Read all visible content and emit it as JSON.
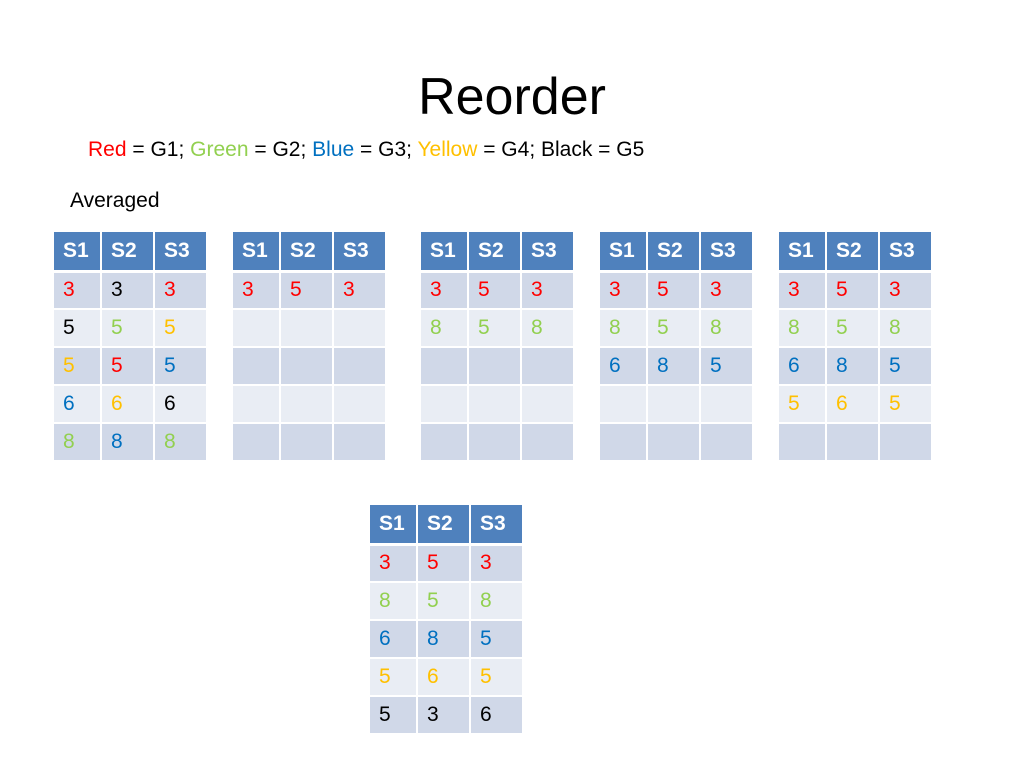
{
  "slide": {
    "title": "Reorder",
    "legend": [
      {
        "text": "Red",
        "color": "#ff0000"
      },
      {
        "text": " = G1; ",
        "color": "#000000"
      },
      {
        "text": "Green",
        "color": "#92d050"
      },
      {
        "text": " = G2; ",
        "color": "#000000"
      },
      {
        "text": "Blue",
        "color": "#0070c0"
      },
      {
        "text": " = G3; ",
        "color": "#000000"
      },
      {
        "text": "Yellow",
        "color": "#ffc000"
      },
      {
        "text": " = G4; Black = G5",
        "color": "#000000"
      }
    ],
    "averaged_label": "Averaged"
  },
  "colors": {
    "r": "#ff0000",
    "g": "#92d050",
    "b": "#0070c0",
    "y": "#ffc000",
    "k": "#000000",
    "header_bg": "#4f81bd",
    "row_dark": "#d0d8e8",
    "row_light": "#e9edf4"
  },
  "tables": [
    {
      "headers": [
        "S1",
        "S2",
        "S3"
      ],
      "rows": [
        [
          [
            "3",
            "r"
          ],
          [
            "3",
            "k"
          ],
          [
            "3",
            "r"
          ]
        ],
        [
          [
            "5",
            "k"
          ],
          [
            "5",
            "g"
          ],
          [
            "5",
            "y"
          ]
        ],
        [
          [
            "5",
            "y"
          ],
          [
            "5",
            "r"
          ],
          [
            "5",
            "b"
          ]
        ],
        [
          [
            "6",
            "b"
          ],
          [
            "6",
            "y"
          ],
          [
            "6",
            "k"
          ]
        ],
        [
          [
            "8",
            "g"
          ],
          [
            "8",
            "b"
          ],
          [
            "8",
            "g"
          ]
        ]
      ]
    },
    {
      "headers": [
        "S1",
        "S2",
        "S3"
      ],
      "rows": [
        [
          [
            "3",
            "r"
          ],
          [
            "5",
            "r"
          ],
          [
            "3",
            "r"
          ]
        ],
        [
          [
            "",
            ""
          ],
          [
            "",
            ""
          ],
          [
            "",
            ""
          ]
        ],
        [
          [
            "",
            ""
          ],
          [
            "",
            ""
          ],
          [
            "",
            ""
          ]
        ],
        [
          [
            "",
            ""
          ],
          [
            "",
            ""
          ],
          [
            "",
            ""
          ]
        ],
        [
          [
            "",
            ""
          ],
          [
            "",
            ""
          ],
          [
            "",
            ""
          ]
        ]
      ]
    },
    {
      "headers": [
        "S1",
        "S2",
        "S3"
      ],
      "rows": [
        [
          [
            "3",
            "r"
          ],
          [
            "5",
            "r"
          ],
          [
            "3",
            "r"
          ]
        ],
        [
          [
            "8",
            "g"
          ],
          [
            "5",
            "g"
          ],
          [
            "8",
            "g"
          ]
        ],
        [
          [
            "",
            ""
          ],
          [
            "",
            ""
          ],
          [
            "",
            ""
          ]
        ],
        [
          [
            "",
            ""
          ],
          [
            "",
            ""
          ],
          [
            "",
            ""
          ]
        ],
        [
          [
            "",
            ""
          ],
          [
            "",
            ""
          ],
          [
            "",
            ""
          ]
        ]
      ]
    },
    {
      "headers": [
        "S1",
        "S2",
        "S3"
      ],
      "rows": [
        [
          [
            "3",
            "r"
          ],
          [
            "5",
            "r"
          ],
          [
            "3",
            "r"
          ]
        ],
        [
          [
            "8",
            "g"
          ],
          [
            "5",
            "g"
          ],
          [
            "8",
            "g"
          ]
        ],
        [
          [
            "6",
            "b"
          ],
          [
            "8",
            "b"
          ],
          [
            "5",
            "b"
          ]
        ],
        [
          [
            "",
            ""
          ],
          [
            "",
            ""
          ],
          [
            "",
            ""
          ]
        ],
        [
          [
            "",
            ""
          ],
          [
            "",
            ""
          ],
          [
            "",
            ""
          ]
        ]
      ]
    },
    {
      "headers": [
        "S1",
        "S2",
        "S3"
      ],
      "rows": [
        [
          [
            "3",
            "r"
          ],
          [
            "5",
            "r"
          ],
          [
            "3",
            "r"
          ]
        ],
        [
          [
            "8",
            "g"
          ],
          [
            "5",
            "g"
          ],
          [
            "8",
            "g"
          ]
        ],
        [
          [
            "6",
            "b"
          ],
          [
            "8",
            "b"
          ],
          [
            "5",
            "b"
          ]
        ],
        [
          [
            "5",
            "y"
          ],
          [
            "6",
            "y"
          ],
          [
            "5",
            "y"
          ]
        ],
        [
          [
            "",
            ""
          ],
          [
            "",
            ""
          ],
          [
            "",
            ""
          ]
        ]
      ]
    },
    {
      "headers": [
        "S1",
        "S2",
        "S3"
      ],
      "rows": [
        [
          [
            "3",
            "r"
          ],
          [
            "5",
            "r"
          ],
          [
            "3",
            "r"
          ]
        ],
        [
          [
            "8",
            "g"
          ],
          [
            "5",
            "g"
          ],
          [
            "8",
            "g"
          ]
        ],
        [
          [
            "6",
            "b"
          ],
          [
            "8",
            "b"
          ],
          [
            "5",
            "b"
          ]
        ],
        [
          [
            "5",
            "y"
          ],
          [
            "6",
            "y"
          ],
          [
            "5",
            "y"
          ]
        ],
        [
          [
            "5",
            "k"
          ],
          [
            "3",
            "k"
          ],
          [
            "6",
            "k"
          ]
        ]
      ]
    }
  ]
}
